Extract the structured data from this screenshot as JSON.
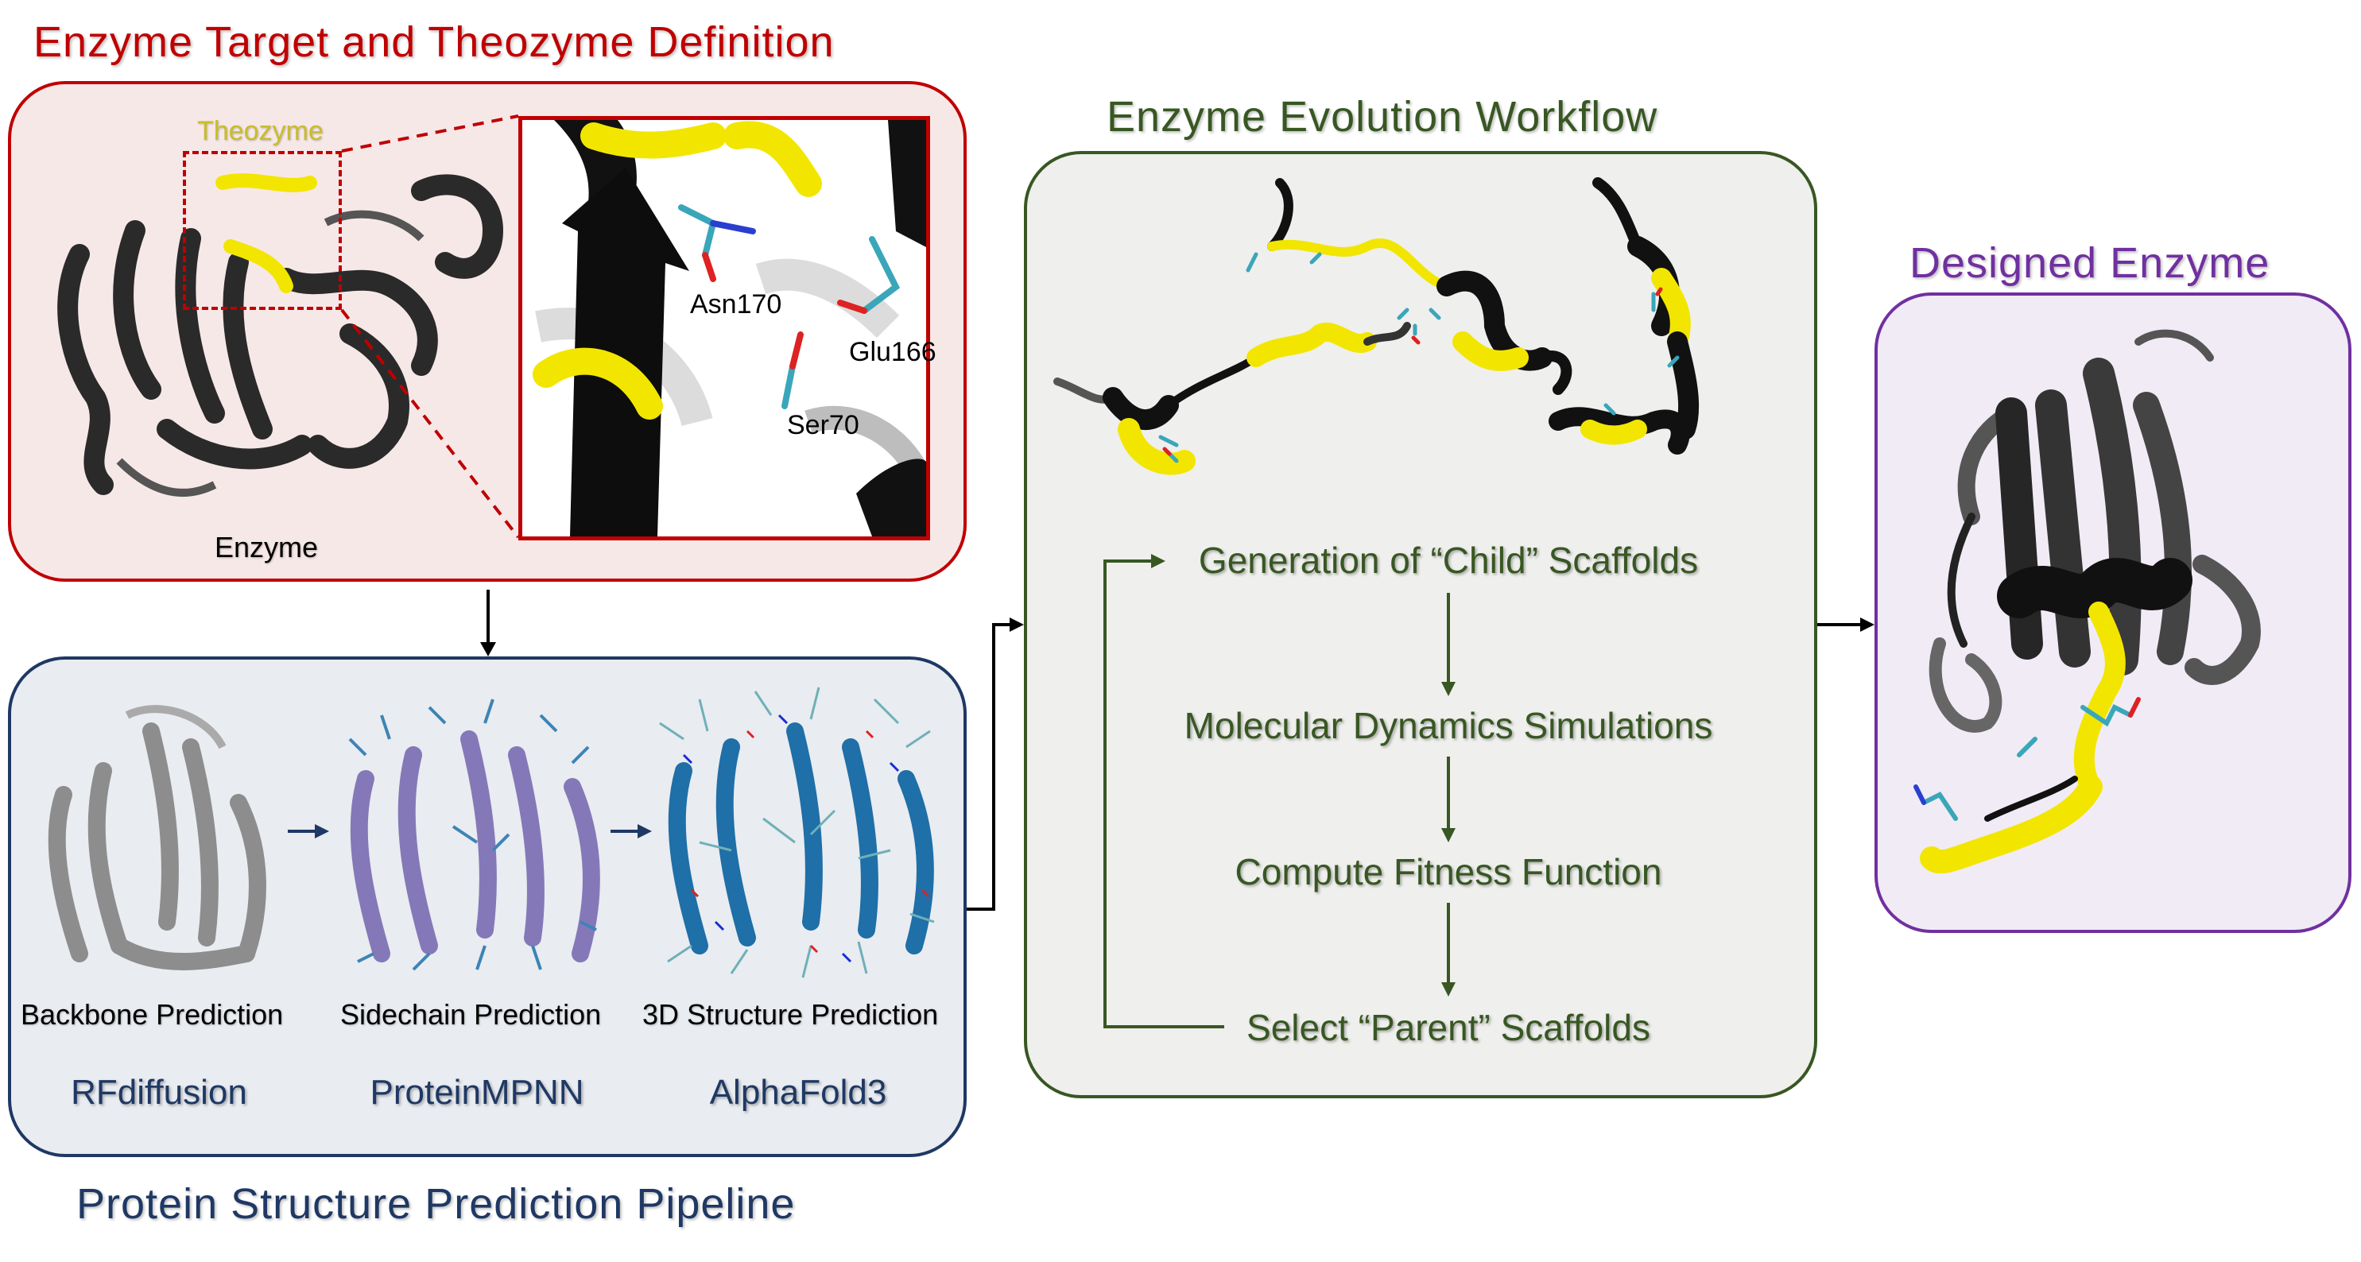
{
  "titles": {
    "target": "Enzyme Target and Theozyme Definition",
    "workflow": "Enzyme Evolution Workflow",
    "designed": "Designed Enzyme",
    "pipeline": "Protein Structure Prediction Pipeline"
  },
  "target_panel": {
    "theozyme_label": "Theozyme",
    "enzyme_label": "Enzyme",
    "residues": [
      "Asn170",
      "Glu166",
      "Ser70"
    ]
  },
  "pipeline_panel": {
    "stages": [
      {
        "step": "Backbone Prediction",
        "tool": "RFdiffusion"
      },
      {
        "step": "Sidechain Prediction",
        "tool": "ProteinMPNN"
      },
      {
        "step": "3D Structure Prediction",
        "tool": "AlphaFold3"
      }
    ]
  },
  "workflow_panel": {
    "steps": [
      "Generation of “Child” Scaffolds",
      "Molecular Dynamics Simulations",
      "Compute Fitness Function",
      "Select “Parent” Scaffolds"
    ]
  },
  "colors": {
    "target": "#c00000",
    "pipeline": "#1f3864",
    "workflow": "#385723",
    "designed": "#7030a0",
    "highlight": "#ffeb00"
  }
}
